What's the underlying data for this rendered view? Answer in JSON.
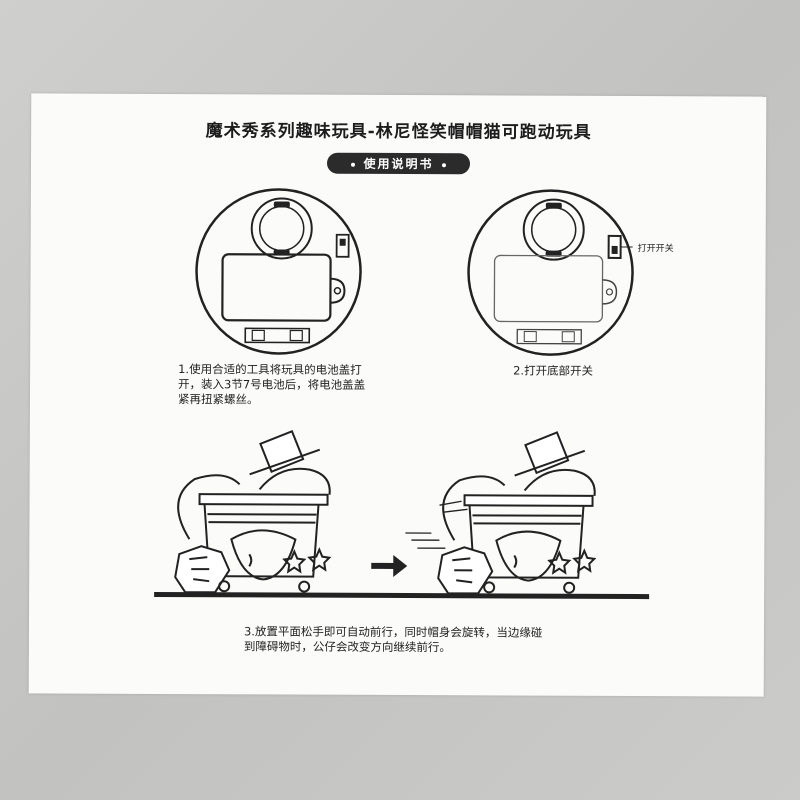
{
  "document": {
    "title": "魔术秀系列趣味玩具-林尼怪笑帽帽猫可跑动玩具",
    "badge": "使用说明书",
    "steps": [
      {
        "text": "1.使用合适的工具将玩具的电池盖打开，装入3节7号电池后，将电池盖盖紧再扭紧螺丝。"
      },
      {
        "text": "2.打开底部开关"
      },
      {
        "text": "3.放置平面松手即可自动前行，同时帽身会旋转，当边缘碰到障碍物时，公仔会改变方向继续前行。"
      }
    ],
    "switch_label": "打开开关"
  },
  "colors": {
    "paper": "#fbfbfa",
    "ink": "#222222",
    "badge_bg": "#2b2b2b",
    "background": "#c8c8c6"
  }
}
